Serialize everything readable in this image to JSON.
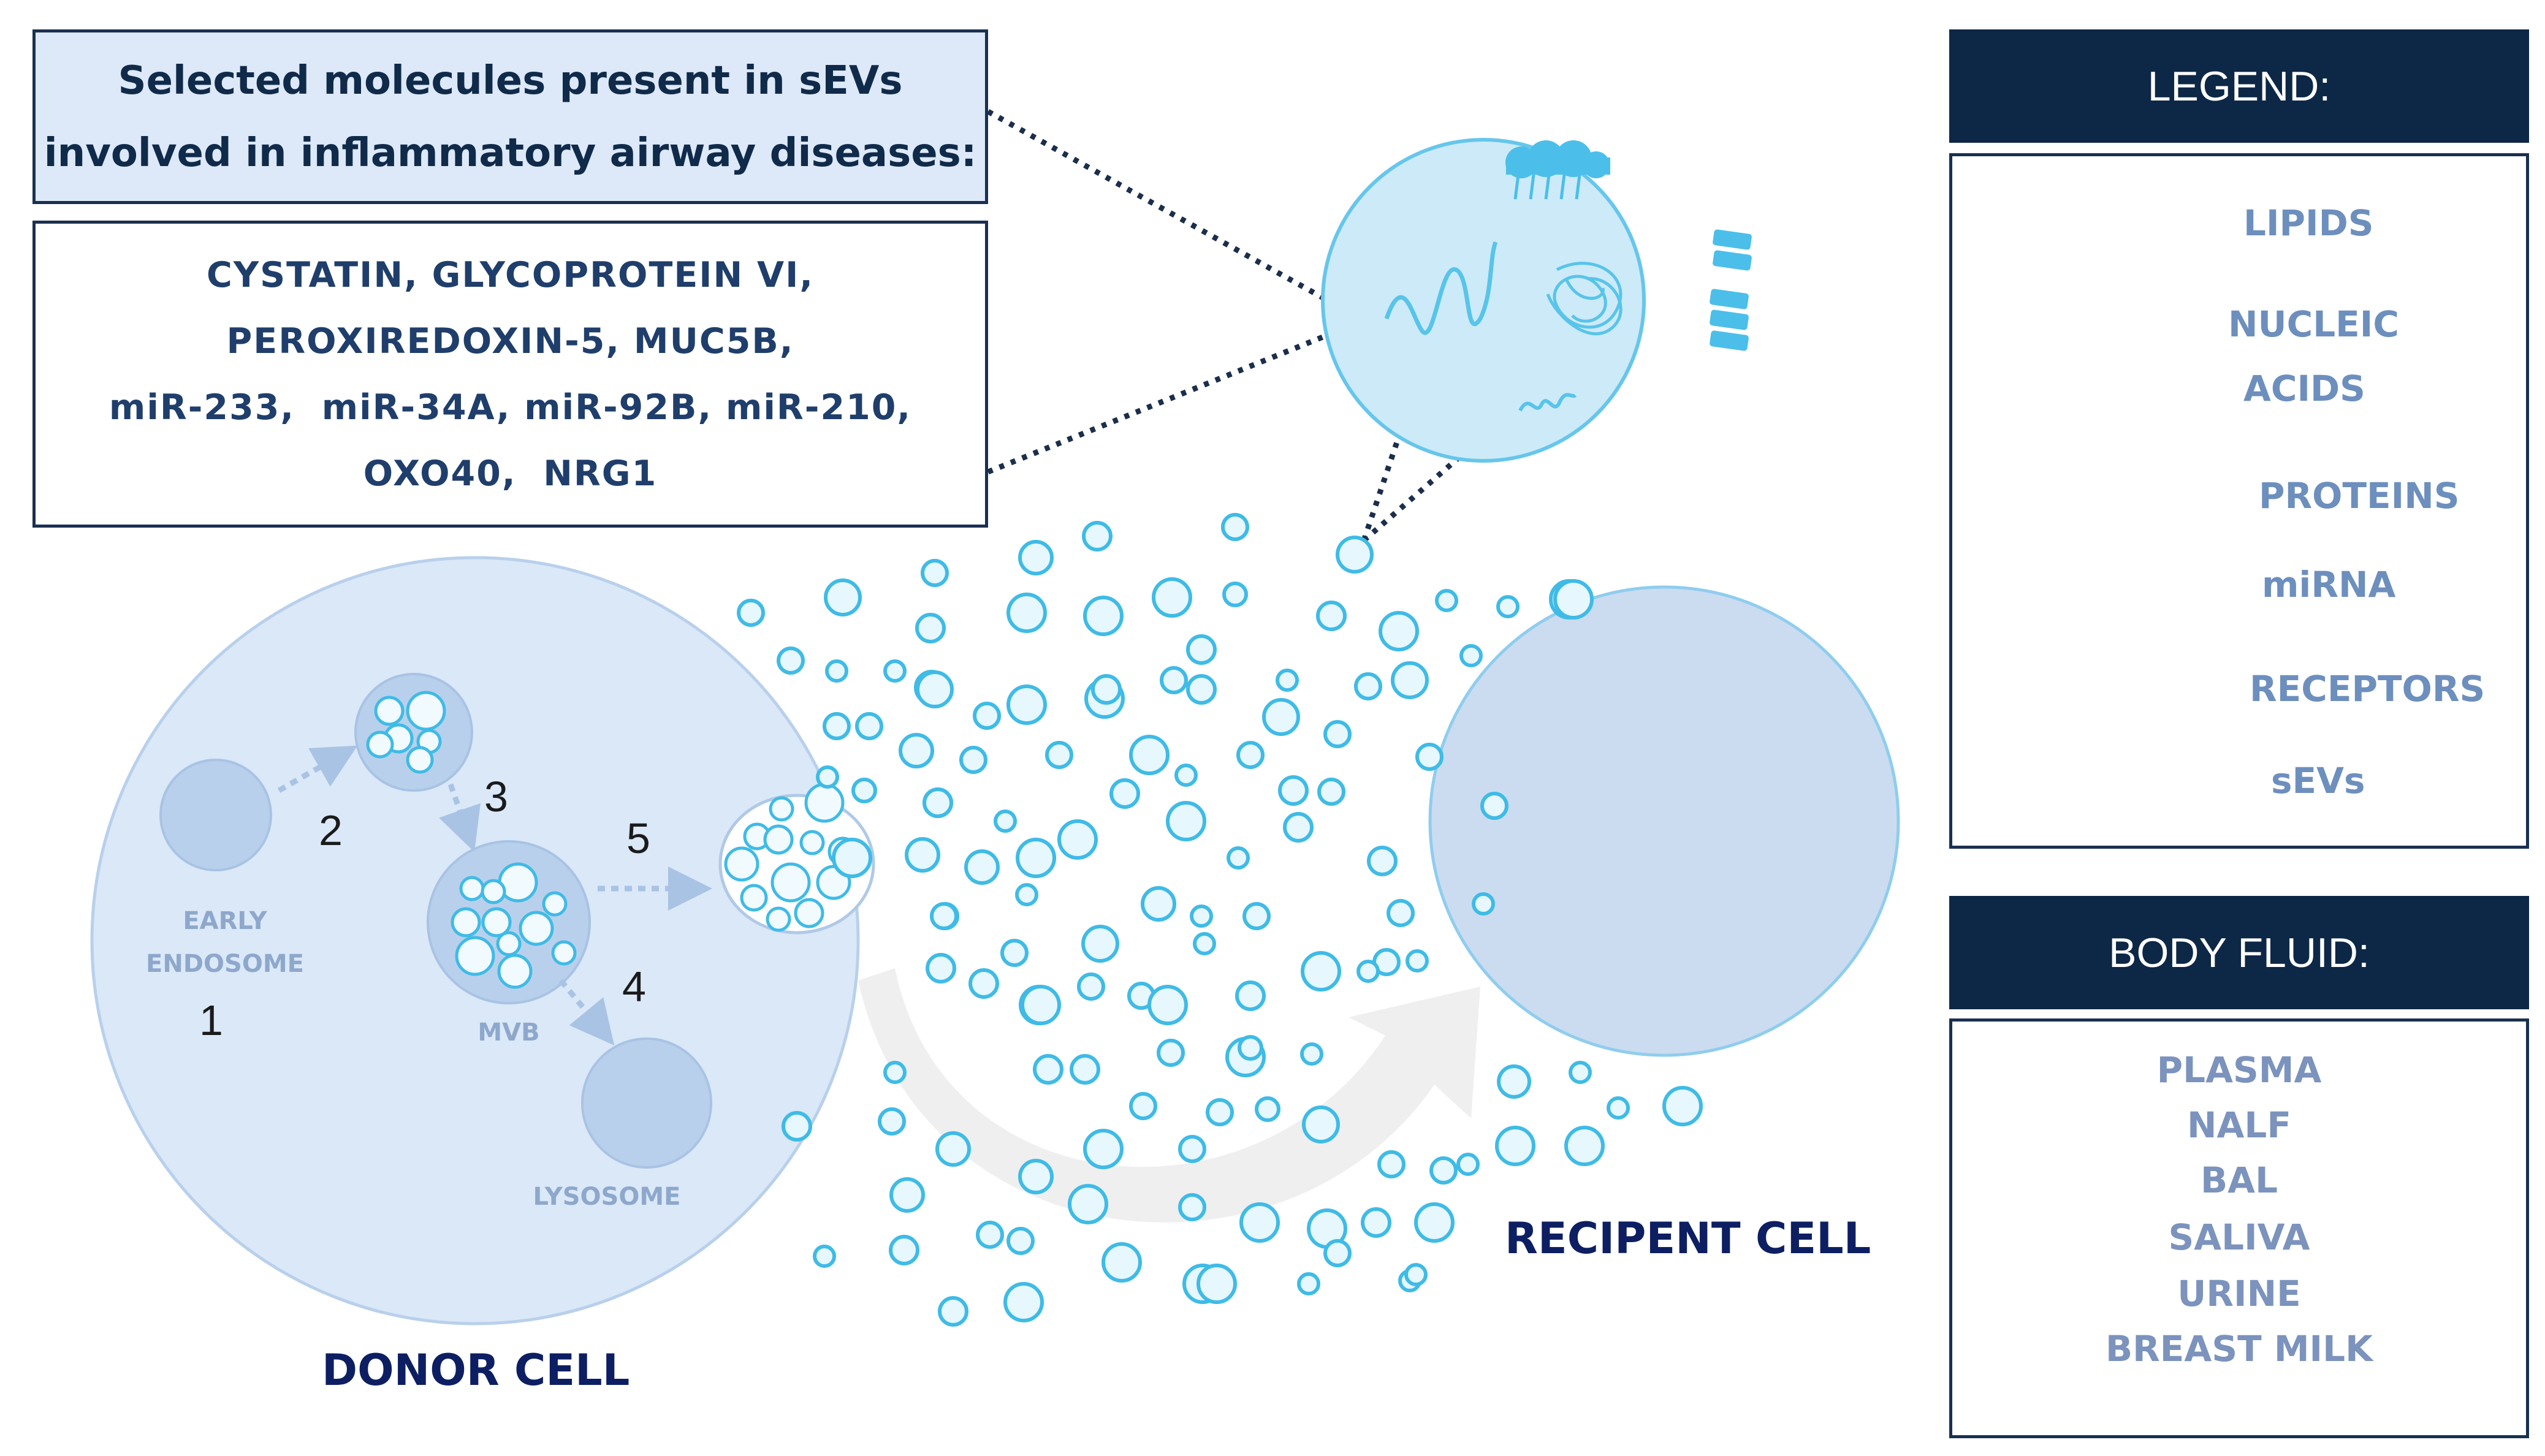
{
  "title_box": {
    "line1": "Selected molecules present in sEVs",
    "line2": "involved in inflammatory airway diseases:"
  },
  "molecules": [
    "CYSTATIN, GLYCOPROTEIN VI,",
    "PEROXIREDOXIN-5, MUC5B,",
    "miR-233,  miR-34A, miR-92B, miR-210,",
    "OXO40,  NRG1"
  ],
  "legend": {
    "header": "LEGEND:",
    "lipids": "LIPIDS",
    "nucleic_1": "NUCLEIC",
    "nucleic_2": "ACIDS",
    "proteins": "PROTEINS",
    "mirna": "miRNA",
    "receptors": "RECEPTORS",
    "sevs": "sEVs"
  },
  "body_fluid": {
    "header": "BODY FLUID:",
    "items": [
      "PLASMA",
      "NALF",
      "BAL",
      "SALIVA",
      "URINE",
      "BREAST MILK"
    ]
  },
  "diagram": {
    "step1": "1",
    "step2": "2",
    "step3": "3",
    "step4": "4",
    "step5": "5",
    "early_1": "EARLY",
    "early_2": "ENDOSOME",
    "mvb": "MVB",
    "lysosome": "LYSOSOME",
    "donor": "DONOR CELL",
    "recipient": "RECIPENT CELL"
  },
  "colors": {
    "navy": "#0d2746",
    "cell_fill": "#dae8f8",
    "vesicle_stroke": "#3fbbe6",
    "vesicle_fill": "#e6f7fd",
    "legend_icon": "#5ec7ed"
  }
}
